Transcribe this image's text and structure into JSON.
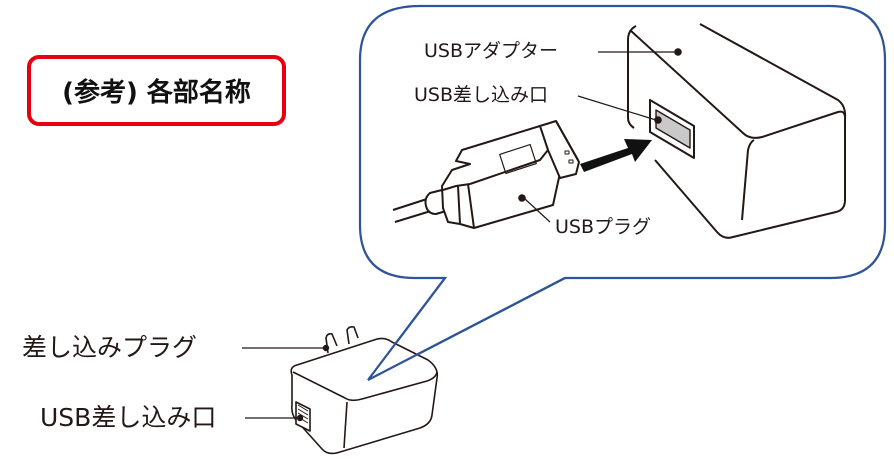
{
  "title": "(参考) 各部名称",
  "colors": {
    "title_border": "#e60012",
    "callout_border": "#2e5597",
    "line": "#231815",
    "port_fill": "#c9c9c9"
  },
  "callout_labels": {
    "usb_adapter": "USBアダプター",
    "usb_port": "USB差し込み口",
    "usb_plug": "USBプラグ"
  },
  "main_labels": {
    "plug_prongs": "差し込みプラグ",
    "usb_port": "USB差し込み口"
  }
}
